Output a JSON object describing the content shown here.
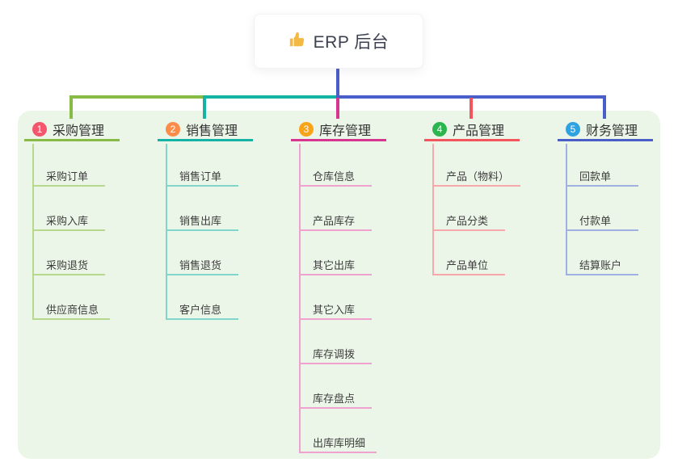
{
  "root": {
    "label": "ERP 后台",
    "icon": "thumbs-up-icon",
    "icon_color": "#f4b942"
  },
  "canvas": {
    "background": "#ffffff",
    "panel_background": "#ecf6e8",
    "trunk_color": "#4a5ec8"
  },
  "branches": [
    {
      "number": "1",
      "title": "采购管理",
      "badge_color": "#f4566d",
      "line_color": "#88bb45",
      "child_line_color": "#b7d98e",
      "children": [
        "采购订单",
        "采购入库",
        "采购退货",
        "供应商信息"
      ]
    },
    {
      "number": "2",
      "title": "销售管理",
      "badge_color": "#fb8c4a",
      "line_color": "#14b3a6",
      "child_line_color": "#82d6c9",
      "children": [
        "销售订单",
        "销售出库",
        "销售退货",
        "客户信息"
      ]
    },
    {
      "number": "3",
      "title": "库存管理",
      "badge_color": "#f8a41b",
      "line_color": "#d6368f",
      "child_line_color": "#efa2cf",
      "children": [
        "仓库信息",
        "产品库存",
        "其它出库",
        "其它入库",
        "库存调拨",
        "库存盘点",
        "出库库明细"
      ]
    },
    {
      "number": "4",
      "title": "产品管理",
      "badge_color": "#2cb44e",
      "line_color": "#f2565c",
      "child_line_color": "#f8a8ab",
      "children": [
        "产品（物料）",
        "产品分类",
        "产品单位"
      ]
    },
    {
      "number": "5",
      "title": "财务管理",
      "badge_color": "#2fa2df",
      "line_color": "#4a5ec8",
      "child_line_color": "#9fb0e2",
      "children": [
        "回款单",
        "付款单",
        "结算账户"
      ]
    }
  ]
}
